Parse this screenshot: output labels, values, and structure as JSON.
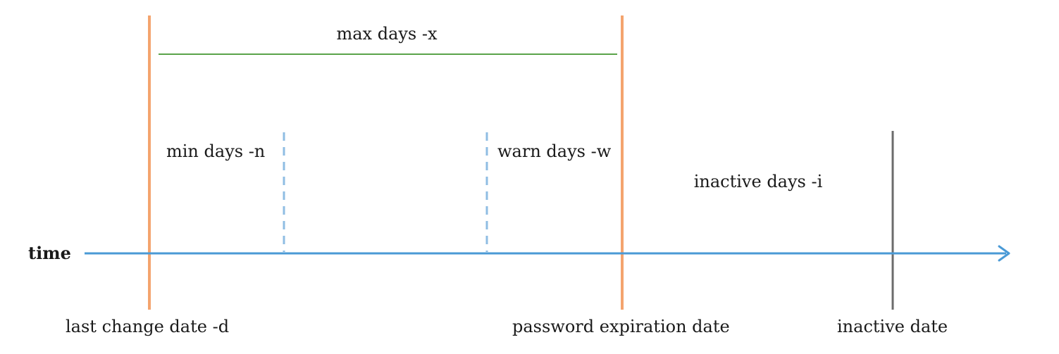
{
  "axis": {
    "label": "time"
  },
  "spans": {
    "max_days": "max days -x",
    "min_days": "min days -n",
    "warn_days": "warn days -w",
    "inactive_days": "inactive days -i"
  },
  "markers": {
    "last_change": "last change date -d",
    "expiration": "password expiration date",
    "inactive": "inactive date"
  },
  "colors": {
    "timeline": "#4a9ad6",
    "date_marker": "#f4a46e",
    "max_span_line": "#5aa34a",
    "dashed_marker": "#8fbde3",
    "inactive_marker": "#6b6b6b",
    "text": "#1a1a1a"
  }
}
